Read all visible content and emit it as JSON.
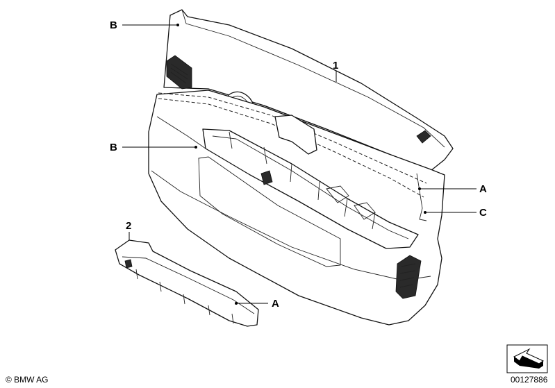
{
  "callouts": {
    "b_top": "B",
    "part_1": "1",
    "b_mid": "B",
    "a_right": "A",
    "c_right": "C",
    "part_2": "2",
    "a_lower": "A"
  },
  "footer": {
    "copyright": "© BMW AG",
    "diagram_number": "00127886"
  },
  "icons": {
    "corner_symbol": "view-orientation-arrow-icon"
  }
}
